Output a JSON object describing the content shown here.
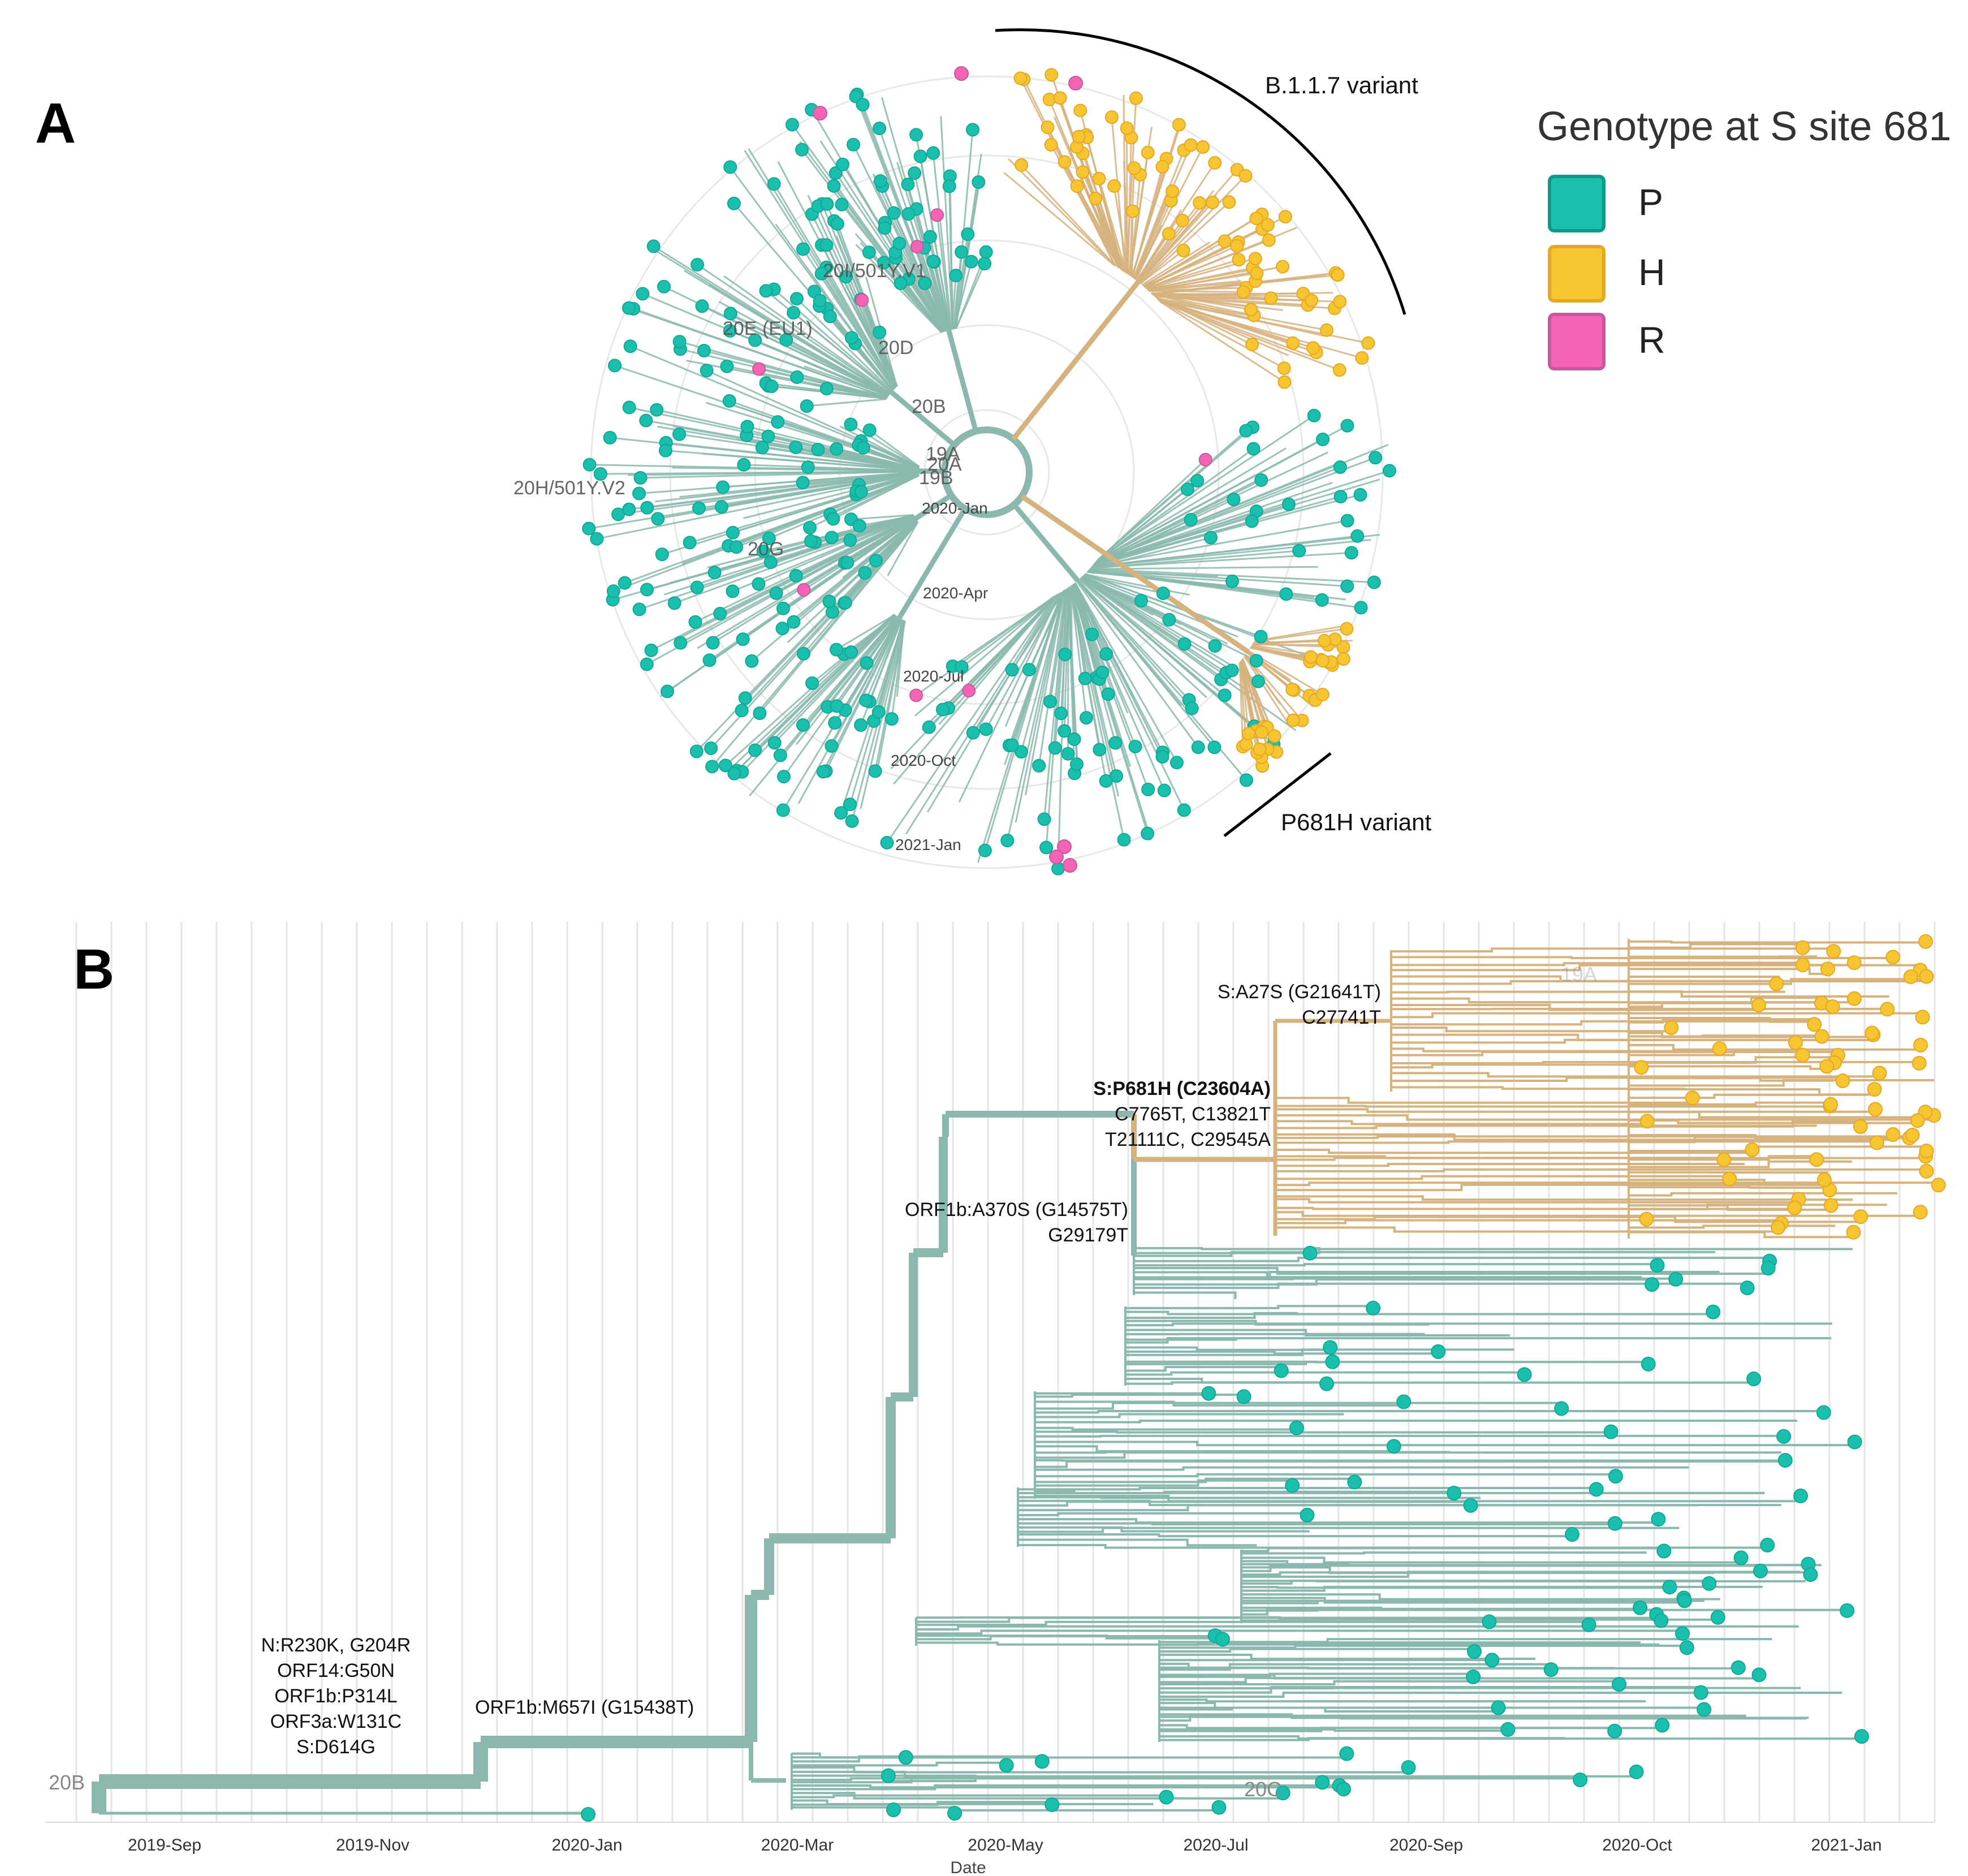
{
  "colors": {
    "P": "#1bbfad",
    "H": "#f7c531",
    "R": "#f564b4",
    "branch_P": "#8ab8ae",
    "branch_H": "#d6b27f",
    "grid": "#e4e4e4"
  },
  "panel_a": {
    "letter": "A",
    "legend": {
      "title": "Genotype at S site 681",
      "items": [
        {
          "label": "P",
          "color": "#1bbfad"
        },
        {
          "label": "H",
          "color": "#f7c531"
        },
        {
          "label": "R",
          "color": "#f564b4"
        }
      ]
    },
    "variant_labels": {
      "b117": "B.1.1.7 variant",
      "p681h": "P681H variant"
    },
    "clade_labels": [
      "20I/501Y.V1",
      "20E (EU1)",
      "20D",
      "20B",
      "19A",
      "20A",
      "19B",
      "20H/501Y.V2",
      "20G"
    ],
    "time_labels": [
      "2020-Jan",
      "2020-Apr",
      "2020-Jul",
      "2020-Oct",
      "2021-Jan"
    ]
  },
  "panel_b": {
    "letter": "B",
    "x_axis": {
      "title": "Date",
      "ticks": [
        "2019-Sep",
        "2019-Nov",
        "2020-Jan",
        "2020-Mar",
        "2020-May",
        "2020-Jul",
        "2020-Sep",
        "2020-Oct",
        "2021-Jan"
      ]
    },
    "clade_labels": {
      "root": "20B",
      "inner": "20C",
      "faded": "19A"
    },
    "mutations": {
      "root": [
        "N:R230K, G204R",
        "ORF14:G50N",
        "ORF1b:P314L",
        "ORF3a:W131C",
        "S:D614G"
      ],
      "m657": [
        "ORF1b:M657I (G15438T)"
      ],
      "a370": [
        "ORF1b:A370S (G14575T)",
        "G29179T"
      ],
      "p681h": [
        "S:P681H (C23604A)",
        "C7765T, C13821T",
        "T21111C, C29545A"
      ],
      "a27s": [
        "S:A27S (G21641T)",
        "C27741T"
      ]
    }
  }
}
